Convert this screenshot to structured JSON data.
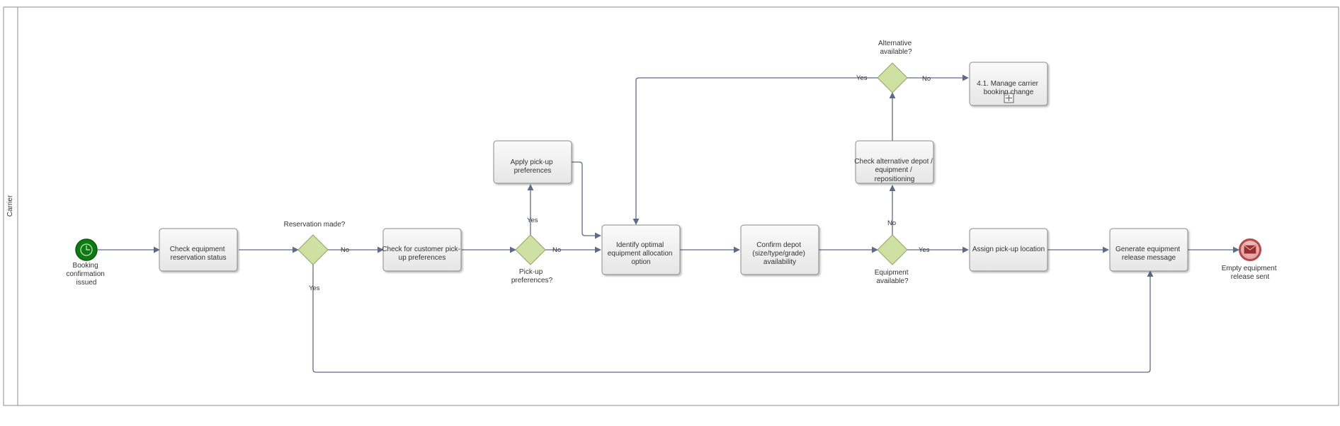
{
  "pool": {
    "lane_label": "Carrier"
  },
  "events": {
    "start": {
      "label_lines": [
        "Booking",
        "confirmation",
        "issued"
      ],
      "icon": "timer-icon",
      "color": "#1a8a1a"
    },
    "end": {
      "label_lines": [
        "Empty equipment",
        "release sent"
      ],
      "icon": "envelope-icon",
      "color": "#e8a0a0"
    }
  },
  "tasks": {
    "check_reservation": [
      "Check equipment",
      "reservation status"
    ],
    "check_preferences": [
      "Check for customer pick-",
      "up preferences"
    ],
    "apply_preferences": [
      "Apply pick-up",
      "preferences"
    ],
    "identify_allocation": [
      "Identify optimal",
      "equipment allocation",
      "option"
    ],
    "confirm_depot": [
      "Confirm depot",
      "(size/type/grade)",
      "availability"
    ],
    "check_alternative": [
      "Check alternative depot /",
      "equipment /",
      "repositioning"
    ],
    "manage_change": [
      "4.1. Manage carrier",
      "booking change"
    ],
    "assign_location": [
      "Assign pick-up location"
    ],
    "generate_message": [
      "Generate equipment",
      "release message"
    ]
  },
  "gateways": {
    "reservation": {
      "label": "Reservation made?"
    },
    "pickup": {
      "label_lines": [
        "Pick-up",
        "preferences?"
      ]
    },
    "equipment": {
      "label_lines": [
        "Equipment",
        "available?"
      ]
    },
    "alternative": {
      "label_lines": [
        "Alternative",
        "available?"
      ]
    }
  },
  "flow_labels": {
    "reservation_no": "No",
    "reservation_yes": "Yes",
    "pickup_no": "No",
    "pickup_yes": "Yes",
    "equipment_no": "No",
    "equipment_yes": "Yes",
    "alternative_no": "No",
    "alternative_yes": "Yes"
  },
  "colors": {
    "flow": "#5f6b86",
    "gateway_fill": "#cfe0a3",
    "task_fill": "#f0f0f0"
  }
}
